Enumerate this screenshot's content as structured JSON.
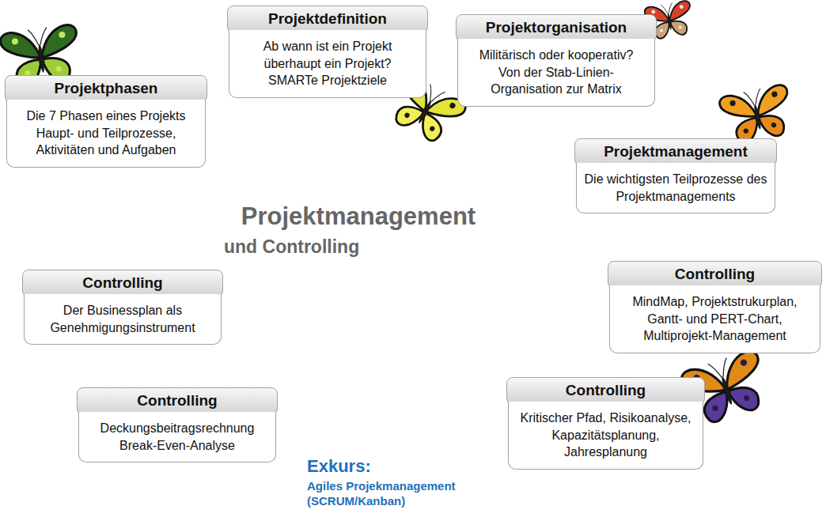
{
  "diagram": {
    "title": "Projektmanagement",
    "nodes": [
      {
        "text": [
          "Projektdefinition",
          "Ab wann ist ein Projekt überhaupt ein Projekt?",
          "SMARTe Projektziele"
        ]
      },
      {
        "text": [
          "Projektorganisation",
          "Militärisch oder kooperativ?",
          "Von der Stab-Linien- Organisation zur Matrix"
        ]
      },
      {
        "text": [
          "Projektphasen",
          "Die 7 Phasen eines Projekts",
          "Haupt- und Teilprozesse, Aktivitäten und Aufgaben"
        ]
      },
      {
        "text": [
          "Projektmanagement",
          "Die wichtigsten Teilprozesse des Projektmanagements"
        ]
      },
      {
        "text": [
          "Controlling",
          "MindMap, Projektstrukurplan, Gantt- und PERT-Chart, Multiprojekt-Management"
        ]
      },
      {
        "text": [
          "Controlling",
          "Der Businessplan als Genehmigungsinstrument"
        ]
      },
      {
        "text": [
          "Controlling",
          "Kritischer Pfad, Risikoanalyse, Kapazitätsplanung, Jahresplanung"
        ]
      },
      {
        "text": [
          "Controlling",
          "Deckungsbeitragsrechnung",
          "Break-Even-Analyse"
        ]
      }
    ],
    "labels": [
      "und Controlling",
      "Exkurs:",
      "Agiles Projekmanagement (SCRUM/Kanban)"
    ]
  }
}
